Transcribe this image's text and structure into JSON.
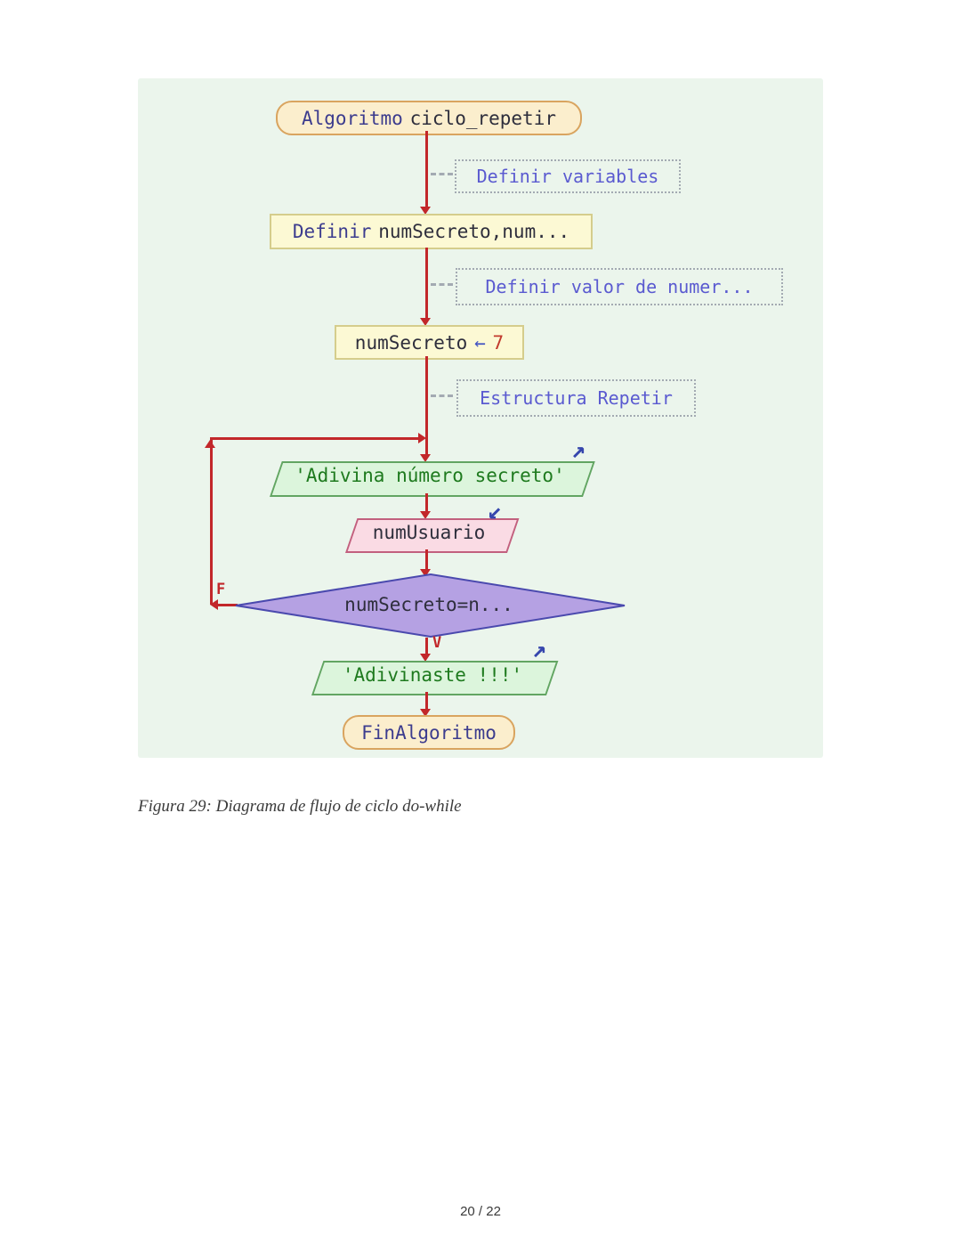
{
  "page": {
    "caption": "Figura 29: Diagrama de flujo de ciclo do-while",
    "page_number": "20 / 22"
  },
  "colors": {
    "red": "#c2272a",
    "panel-bg": "#ebf5ec",
    "terminal-fill": "#fbeecd",
    "terminal-border": "#d9a45f",
    "process-fill": "#fcf9d4",
    "process-border": "#d5cd8c",
    "output-fill": "#dcf5dc",
    "output-border": "#62a562",
    "output-text": "#1e7a1e",
    "input-fill": "#fadbe4",
    "input-border": "#c2607e",
    "diamond-fill": "#b5a1e3",
    "diamond-border": "#4a49ae",
    "keyword": "#3c3c8e",
    "plain": "#2e2e3c",
    "comment-text": "#5a5ad0",
    "comment-border": "#a3aab2",
    "value-red": "#c23b2e",
    "op-blue": "#4253c2",
    "blue-arrow": "#3646ad",
    "caption": "#3b3b3b"
  },
  "icons": {
    "output_arrow": "↗",
    "input_arrow": "↙"
  },
  "flowchart": {
    "start": {
      "keyword": "Algoritmo",
      "name": "ciclo_repetir"
    },
    "comments": [
      {
        "text": "Definir variables"
      },
      {
        "text": "Definir valor de numer..."
      },
      {
        "text": "Estructura Repetir"
      }
    ],
    "process1": {
      "keyword": "Definir",
      "rest": "numSecreto,num..."
    },
    "assign": {
      "variable": "numSecreto",
      "operator": "←",
      "value": "7"
    },
    "output1": {
      "text": "'Adivina número secreto'"
    },
    "input1": {
      "text": "numUsuario"
    },
    "decision": {
      "text": "numSecreto=n...",
      "false_label": "F",
      "true_label": "V"
    },
    "output2": {
      "text": "'Adivinaste !!!'"
    },
    "end": {
      "label": "FinAlgoritmo"
    }
  }
}
